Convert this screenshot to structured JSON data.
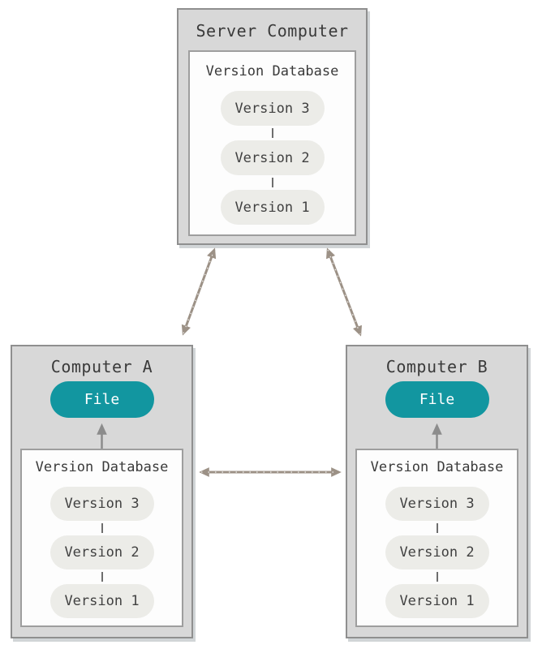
{
  "server": {
    "title": "Server Computer",
    "database_label": "Version Database",
    "versions": [
      "Version 3",
      "Version 2",
      "Version 1"
    ]
  },
  "computer_a": {
    "title": "Computer A",
    "file_label": "File",
    "database_label": "Version Database",
    "versions": [
      "Version 3",
      "Version 2",
      "Version 1"
    ]
  },
  "computer_b": {
    "title": "Computer B",
    "file_label": "File",
    "database_label": "Version Database",
    "versions": [
      "Version 3",
      "Version 2",
      "Version 1"
    ]
  },
  "connections": [
    {
      "from": "computer-a",
      "to": "server",
      "type": "double-headed-arrow"
    },
    {
      "from": "computer-b",
      "to": "server",
      "type": "double-headed-arrow"
    },
    {
      "from": "computer-a",
      "to": "computer-b",
      "type": "double-headed-arrow"
    },
    {
      "from": "version-database-a",
      "to": "file-a",
      "type": "arrow-up"
    },
    {
      "from": "version-database-b",
      "to": "file-b",
      "type": "arrow-up"
    }
  ],
  "colors": {
    "canvas_bg": "#ffffff",
    "box_bg": "#d8d8d8",
    "box_border": "#8f8f8f",
    "inner_bg": "#fdfdfd",
    "inner_border": "#9e9e9e",
    "pill_bg": "#ecece8",
    "pill_text": "#414141",
    "title_text": "#3a3a3a",
    "file_bg": "#1296a0",
    "file_text": "#ffffff",
    "link_arrow": "#9c9186",
    "up_arrow": "#8c8c8c",
    "connector": "#6e6e6e"
  }
}
